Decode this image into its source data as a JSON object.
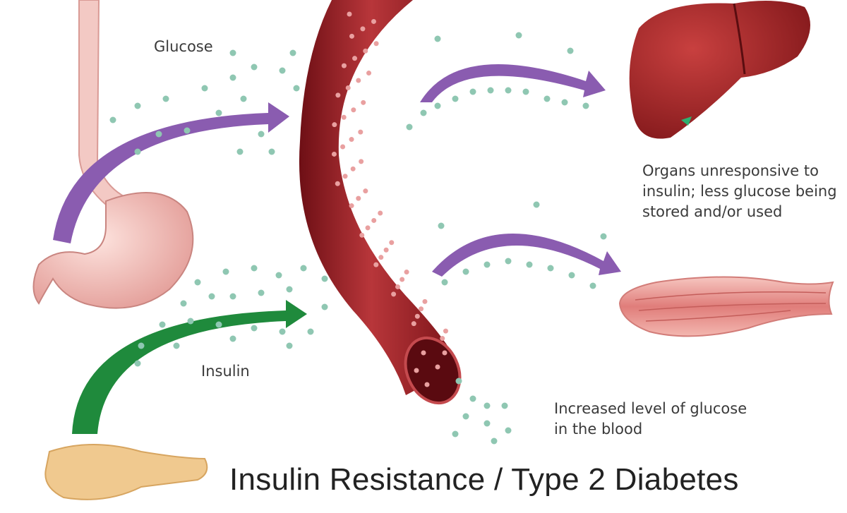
{
  "title": "Insulin Resistance / Type 2 Diabetes",
  "labels": {
    "glucose": "Glucose",
    "insulin": "Insulin",
    "organs": "Organs unresponsive to insulin; less glucose being stored and/or used",
    "blood": "Increased level of glucose in the blood"
  },
  "colors": {
    "glucose_arrow": "#8a5cb0",
    "insulin_arrow": "#1f8a3c",
    "vessel": "#9b1e24",
    "glucose_dot": "#8fc7b2",
    "liver": "#a3272a",
    "stomach": "#f0b8b2",
    "pancreas": "#f0c98f"
  },
  "icons": [
    "stomach-icon",
    "blood-vessel-icon",
    "liver-icon",
    "muscle-icon",
    "pancreas-icon"
  ]
}
